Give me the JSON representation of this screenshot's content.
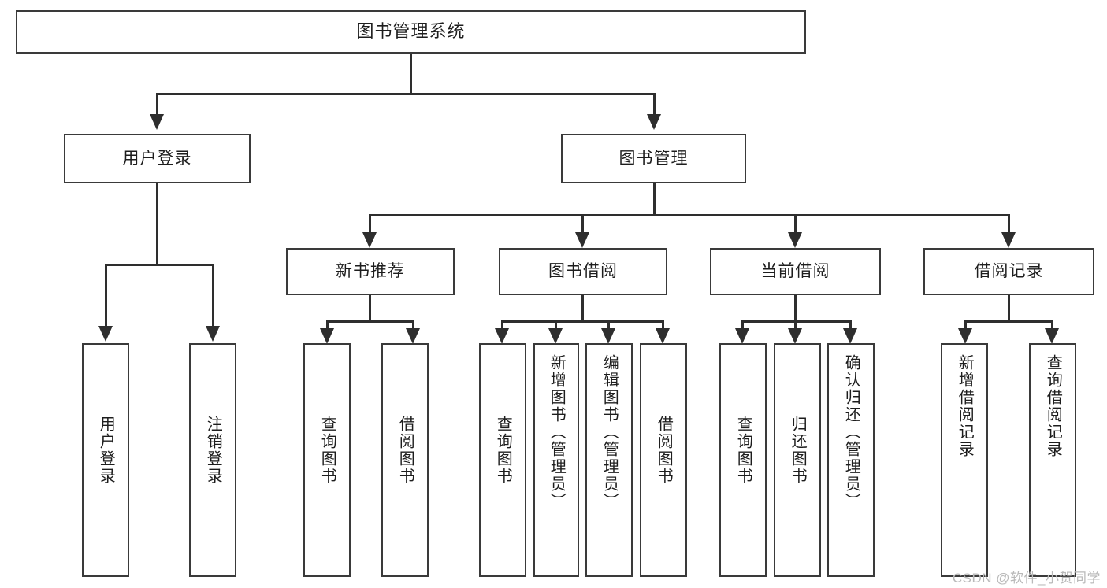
{
  "diagram": {
    "title": "图书管理系统",
    "type": "tree",
    "watermark": "CSDN @软件_小贺同学",
    "colors": {
      "box_border": "#3a3a3a",
      "connector": "#2e2e2e",
      "text": "#1d1d1d",
      "background": "#ffffff",
      "watermark": "#b9b9b9"
    },
    "nodes": {
      "root": {
        "label": "图书管理系统"
      },
      "level2": [
        {
          "label": "用户登录"
        },
        {
          "label": "图书管理"
        }
      ],
      "level3": [
        {
          "label": "新书推荐"
        },
        {
          "label": "图书借阅"
        },
        {
          "label": "当前借阅"
        },
        {
          "label": "借阅记录"
        }
      ],
      "user_login_leaves": [
        {
          "label": "用户登录"
        },
        {
          "label": "注销登录"
        }
      ],
      "new_book_leaves": [
        {
          "label": "查询图书"
        },
        {
          "label": "借阅图书"
        }
      ],
      "borrow_leaves": [
        {
          "label": "查询图书"
        },
        {
          "label": "新增图书（管理员）"
        },
        {
          "label": "编辑图书（管理员）"
        },
        {
          "label": "借阅图书"
        }
      ],
      "current_leaves": [
        {
          "label": "查询图书"
        },
        {
          "label": "归还图书"
        },
        {
          "label": "确认归还（管理员）"
        }
      ],
      "record_leaves": [
        {
          "label": "新增借阅记录"
        },
        {
          "label": "查询借阅记录"
        }
      ]
    }
  }
}
